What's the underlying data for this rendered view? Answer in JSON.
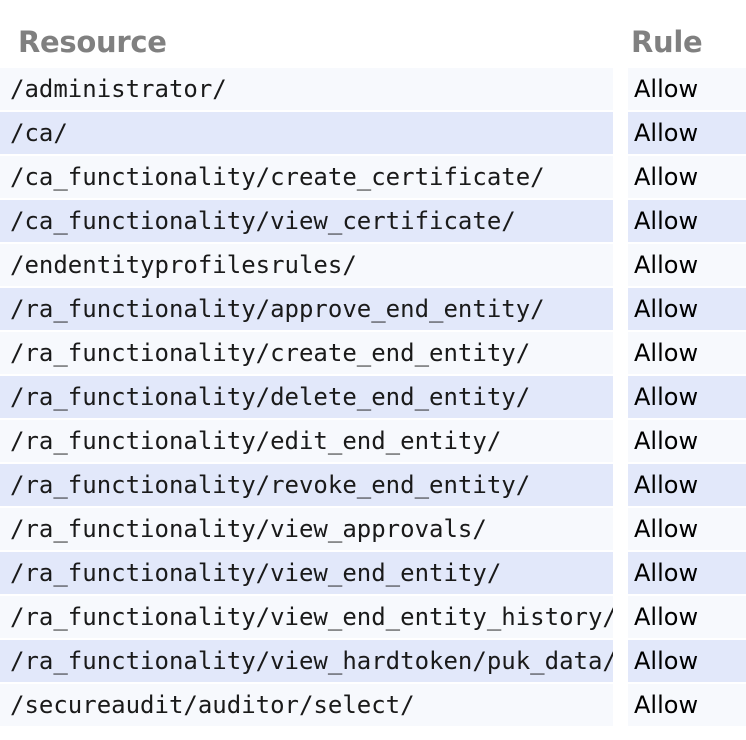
{
  "table": {
    "columns": [
      {
        "key": "resource",
        "label": "Resource"
      },
      {
        "key": "rule",
        "label": "Rule"
      }
    ],
    "rows": [
      {
        "resource": "/administrator/",
        "rule": "Allow"
      },
      {
        "resource": "/ca/",
        "rule": "Allow"
      },
      {
        "resource": "/ca_functionality/create_certificate/",
        "rule": "Allow"
      },
      {
        "resource": "/ca_functionality/view_certificate/",
        "rule": "Allow"
      },
      {
        "resource": "/endentityprofilesrules/",
        "rule": "Allow"
      },
      {
        "resource": "/ra_functionality/approve_end_entity/",
        "rule": "Allow"
      },
      {
        "resource": "/ra_functionality/create_end_entity/",
        "rule": "Allow"
      },
      {
        "resource": "/ra_functionality/delete_end_entity/",
        "rule": "Allow"
      },
      {
        "resource": "/ra_functionality/edit_end_entity/",
        "rule": "Allow"
      },
      {
        "resource": "/ra_functionality/revoke_end_entity/",
        "rule": "Allow"
      },
      {
        "resource": "/ra_functionality/view_approvals/",
        "rule": "Allow"
      },
      {
        "resource": "/ra_functionality/view_end_entity/",
        "rule": "Allow"
      },
      {
        "resource": "/ra_functionality/view_end_entity_history/",
        "rule": "Allow"
      },
      {
        "resource": "/ra_functionality/view_hardtoken/puk_data/",
        "rule": "Allow"
      },
      {
        "resource": "/secureaudit/auditor/select/",
        "rule": "Allow"
      }
    ]
  },
  "colors": {
    "header_text": "#808080",
    "row_odd_background": "#f7f9fd",
    "row_even_background": "#e2e8fa",
    "resource_text": "#1a1a1a",
    "rule_text": "#000000",
    "page_background": "#ffffff"
  }
}
